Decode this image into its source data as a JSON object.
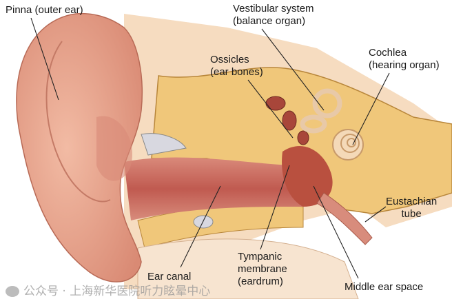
{
  "labels": {
    "pinna": "Pinna (outer ear)",
    "vestibular": [
      "Vestibular system",
      "(balance organ)"
    ],
    "ossicles": [
      "Ossicles",
      "(ear bones)"
    ],
    "cochlea": [
      "Cochlea",
      "(hearing organ)"
    ],
    "eustachian": [
      "Eustachian",
      "tube"
    ],
    "ear_canal": "Ear canal",
    "tympanic": [
      "Tympanic",
      "membrane",
      "(eardrum)"
    ],
    "middle_ear": "Middle ear space"
  },
  "watermark": "公众号 · 上海新华医院听力眩晕中心",
  "colors": {
    "skin": "#e9a48c",
    "canal": "#c8665a",
    "bone": "#f0c77a",
    "tissue": "#f6dcc0"
  }
}
